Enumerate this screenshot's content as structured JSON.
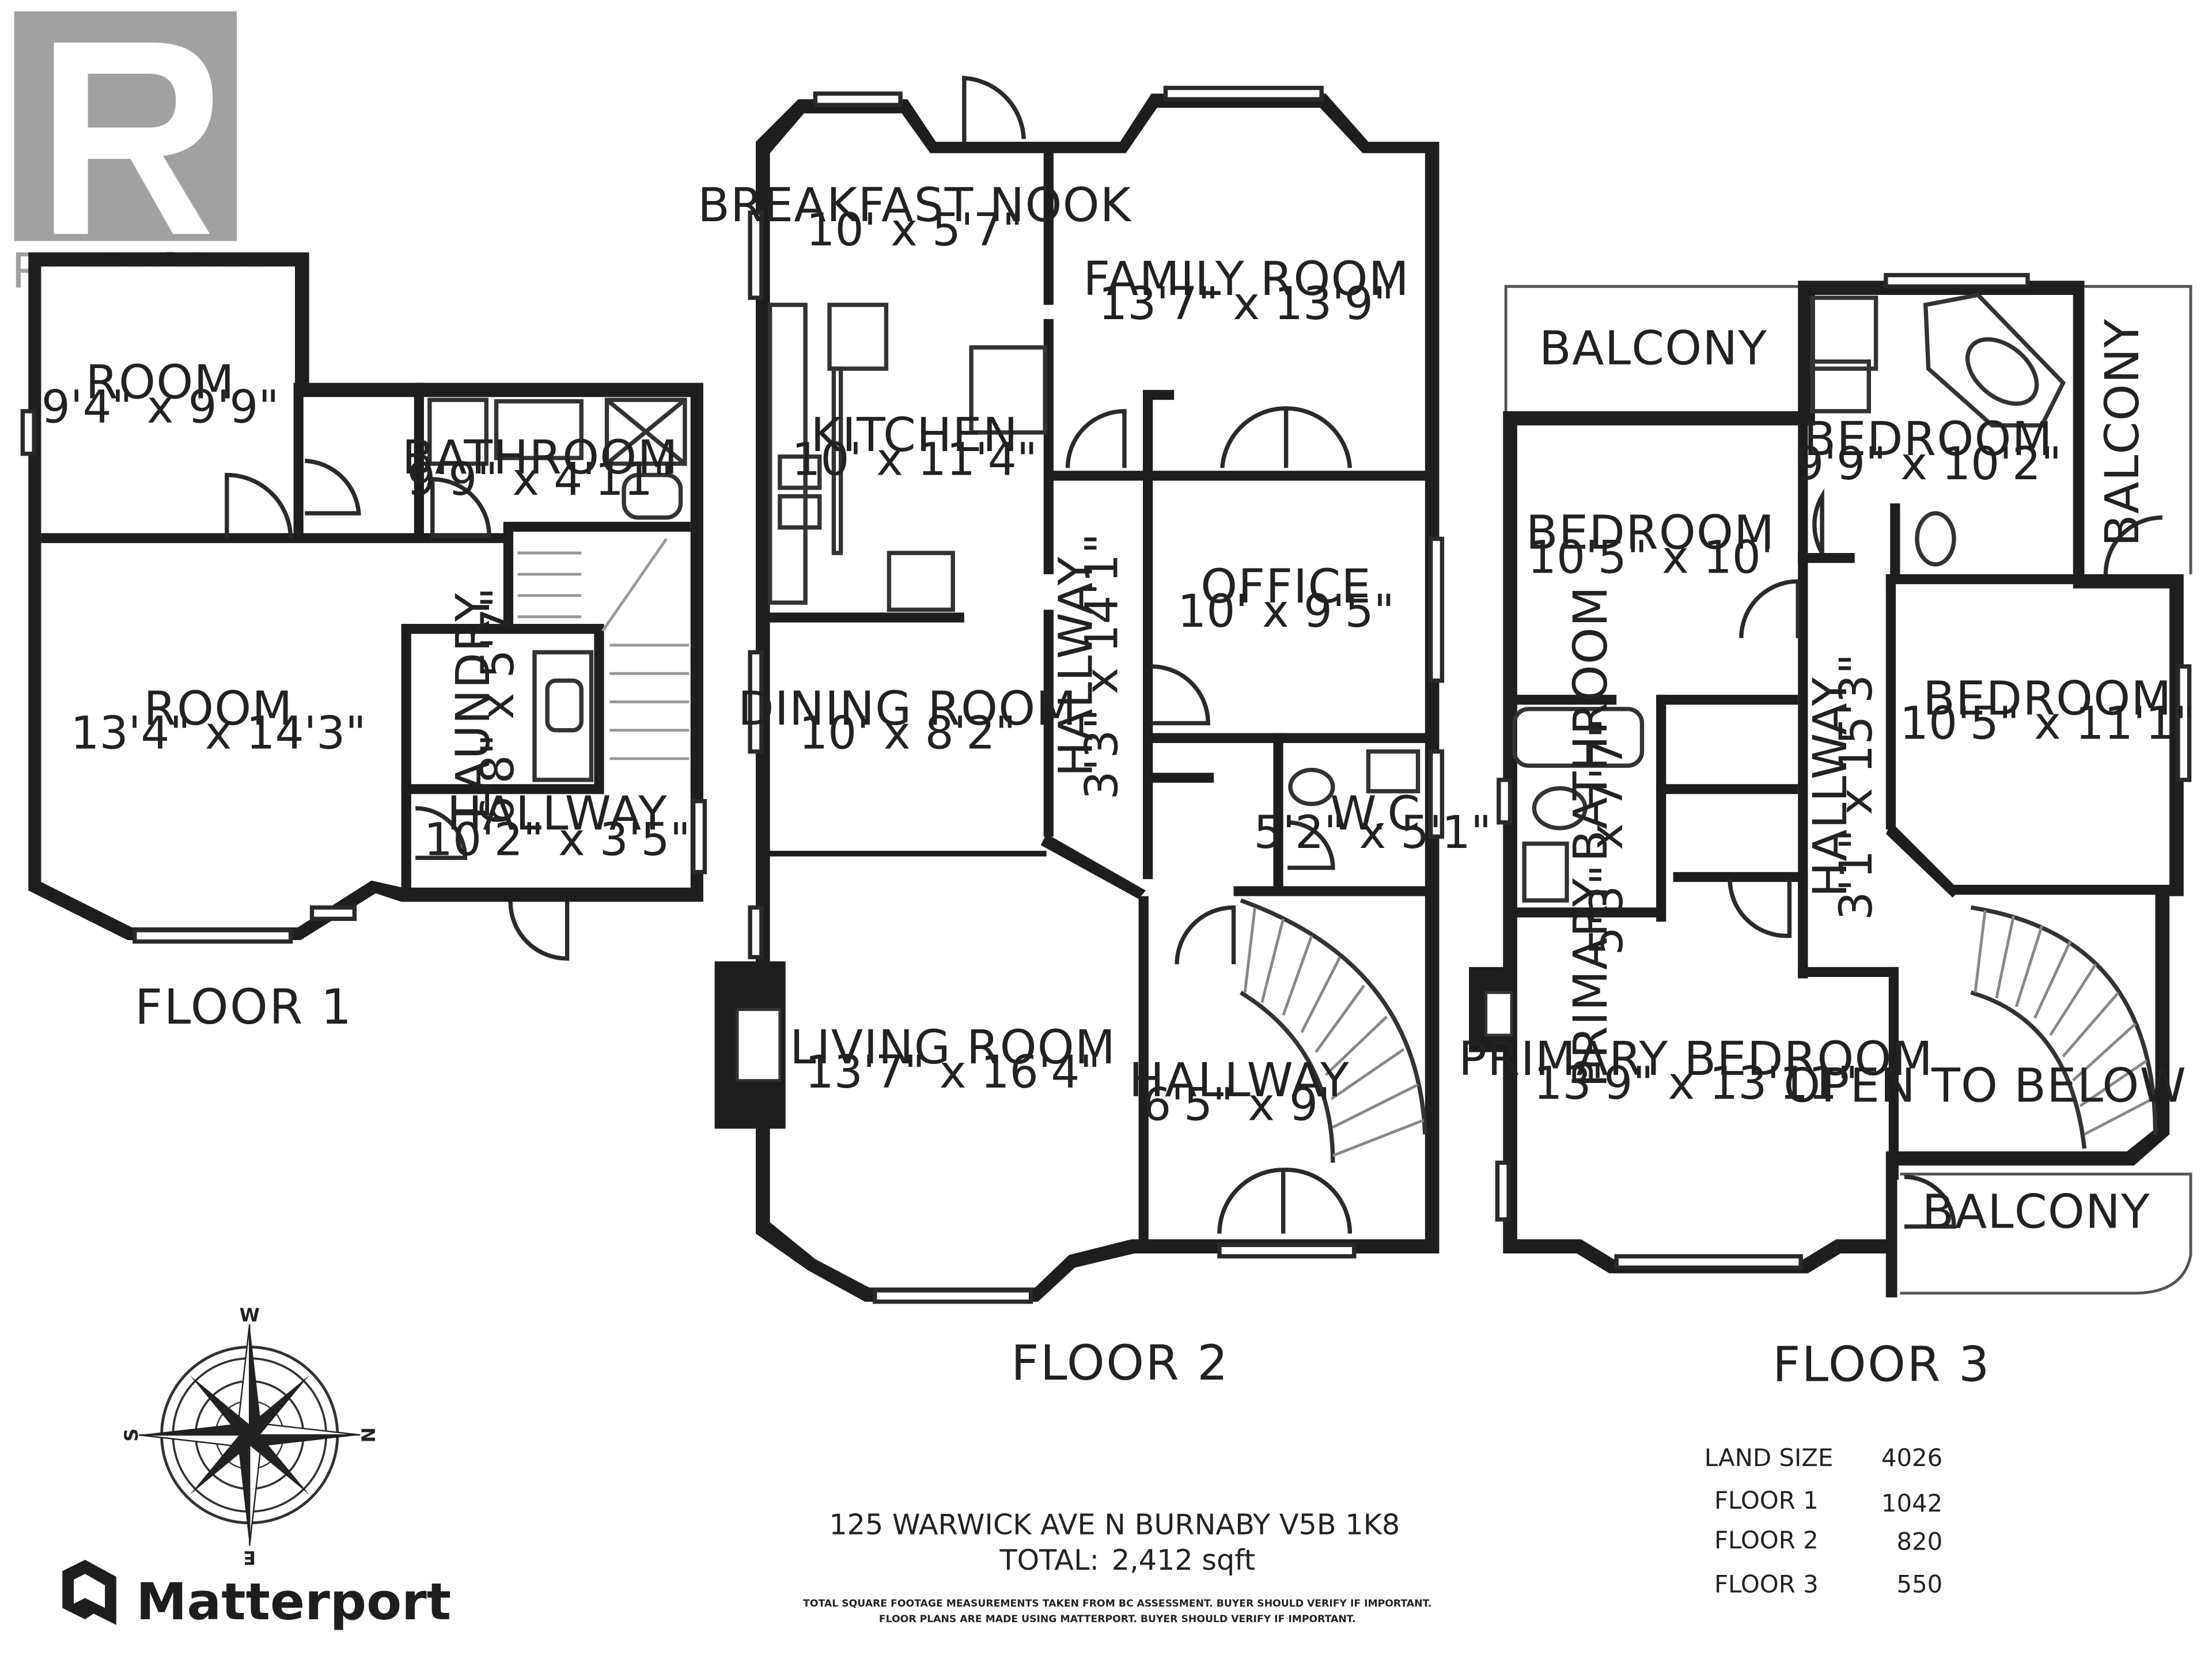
{
  "watermark": {
    "text": "REALTOR®",
    "icon": "realtor-r-logo"
  },
  "floor1": {
    "label": "FLOOR 1",
    "rooms": [
      {
        "name": "ROOM",
        "dims": "9'4\" x 9'9\""
      },
      {
        "name": "BATHROOM",
        "dims": "9'9\" x 4'11\""
      },
      {
        "name": "ROOM",
        "dims": "13'4\" x 14'3\""
      },
      {
        "name": "LAUNDRY",
        "dims": "6'8\" x 5'7\""
      },
      {
        "name": "HALLWAY",
        "dims": "10'2\" x 3'5\""
      }
    ]
  },
  "floor2": {
    "label": "FLOOR 2",
    "rooms": [
      {
        "name": "BREAKFAST NOOK",
        "dims": "10' x 5'7\""
      },
      {
        "name": "FAMILY ROOM",
        "dims": "13'7\" x 13'9\""
      },
      {
        "name": "KITCHEN",
        "dims": "10' x 11'4\""
      },
      {
        "name": "OFFICE",
        "dims": "10' x 9'5\""
      },
      {
        "name": "HALLWAY",
        "dims": "3'3\" x 14'1\""
      },
      {
        "name": "DINING ROOM",
        "dims": "10' x 8'2\""
      },
      {
        "name": "W.C",
        "dims": "5'2\" x 5'1\""
      },
      {
        "name": "LIVING ROOM",
        "dims": "13'7\" x 16'4\""
      },
      {
        "name": "HALLWAY",
        "dims": "6'5\" x 9'"
      }
    ]
  },
  "floor3": {
    "label": "FLOOR 3",
    "rooms": [
      {
        "name": "BALCONY",
        "dims": ""
      },
      {
        "name": "BEDROOM",
        "dims": "9'9\" x 10'2\""
      },
      {
        "name": "BALCONY",
        "dims": ""
      },
      {
        "name": "BEDROOM",
        "dims": "10'5\" x 10'"
      },
      {
        "name": "HALLWAY",
        "dims": "3'1\" x 15'3\""
      },
      {
        "name": "BEDROOM",
        "dims": "10'5\" x 11'1\""
      },
      {
        "name": "PRIMARY BATHROOM",
        "dims": "5'3\" x 7'7\""
      },
      {
        "name": "PRIMARY BEDROOM",
        "dims": "13'9\" x 13'11\""
      },
      {
        "name": "OPEN TO BELOW",
        "dims": ""
      },
      {
        "name": "BALCONY",
        "dims": ""
      }
    ]
  },
  "compass": {
    "w": "W",
    "s": "S",
    "n": "N",
    "e": "E",
    "icon": "compass-rose-icon"
  },
  "brand": {
    "name": "Matterport",
    "icon": "matterport-logo-icon"
  },
  "address": "125 WARWICK AVE N BURNABY V5B 1K8",
  "total_label": "TOTAL:",
  "total_value": "2,412 sqft",
  "disclaimer_line1": "TOTAL SQUARE FOOTAGE MEASUREMENTS TAKEN FROM BC ASSESSMENT. BUYER SHOULD VERIFY IF IMPORTANT.",
  "disclaimer_line2": "FLOOR PLANS ARE MADE USING MATTERPORT. BUYER SHOULD VERIFY IF IMPORTANT.",
  "areas": [
    {
      "label": "LAND SIZE",
      "value": "4026"
    },
    {
      "label": "FLOOR 1",
      "value": "1042"
    },
    {
      "label": "FLOOR 2",
      "value": "820"
    },
    {
      "label": "FLOOR 3",
      "value": "550"
    }
  ]
}
